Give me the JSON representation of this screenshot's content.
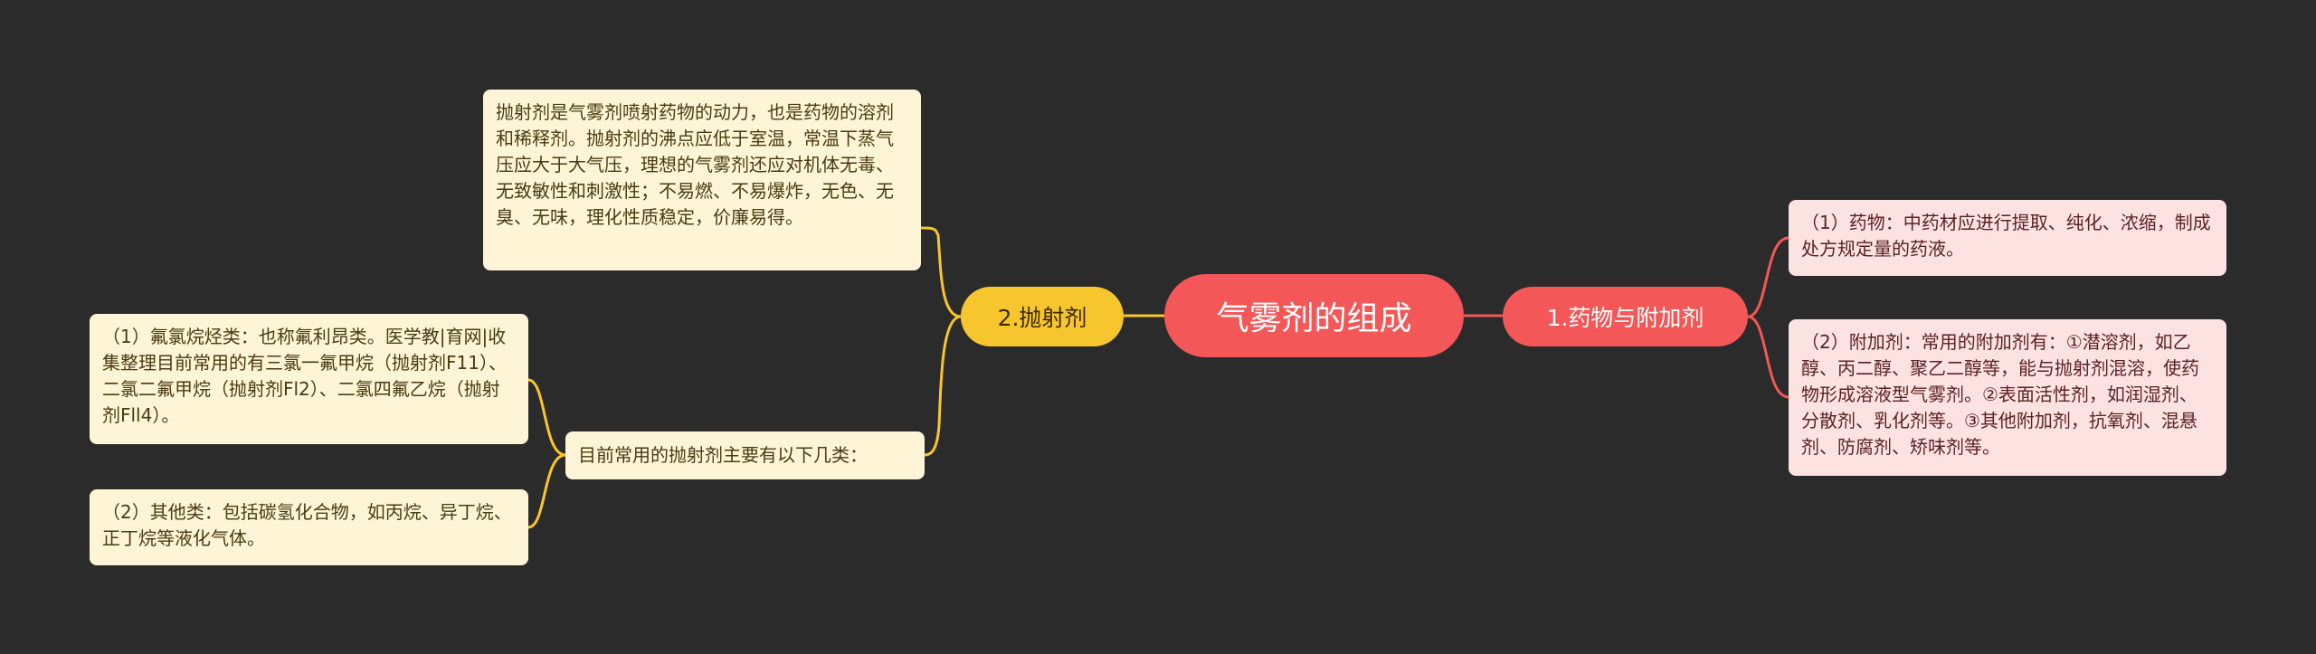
{
  "root": {
    "label": "气雾剂的组成"
  },
  "right_branch": {
    "label": "1.药物与附加剂",
    "color": "#f35757",
    "leaves": [
      {
        "text": "（1）药物：中药材应进行提取、纯化、浓缩，制成处方规定量的药液。"
      },
      {
        "text": "（2）附加剂：常用的附加剂有：①潜溶剂，如乙醇、丙二醇、聚乙二醇等，能与抛射剂混溶，使药物形成溶液型气雾剂。②表面活性剂，如润湿剂、分散剂、乳化剂等。③其他附加剂，抗氧剂、混悬剂、防腐剂、矫味剂等。"
      }
    ]
  },
  "left_branch": {
    "label": "2.抛射剂",
    "color": "#f7c52d",
    "leaves": [
      {
        "text": "抛射剂是气雾剂喷射药物的动力，也是药物的溶剂和稀释剂。抛射剂的沸点应低于室温，常温下蒸气压应大于大气压，理想的气雾剂还应对机体无毒、无致敏性和刺激性；不易燃、不易爆炸，无色、无臭、无味，理化性质稳定，价廉易得。"
      },
      {
        "text": "目前常用的抛射剂主要有以下几类：",
        "children": [
          {
            "text": "（1）氟氯烷烃类：也称氟利昂类。医学教|育网|收集整理目前常用的有三氯一氟甲烷（抛射剂F11）、二氯二氟甲烷（抛射剂Fl2）、二氯四氟乙烷（抛射剂Fll4）。"
          },
          {
            "text": "（2）其他类：包括碳氢化合物，如丙烷、异丁烷、正丁烷等液化气体。"
          }
        ]
      }
    ]
  }
}
